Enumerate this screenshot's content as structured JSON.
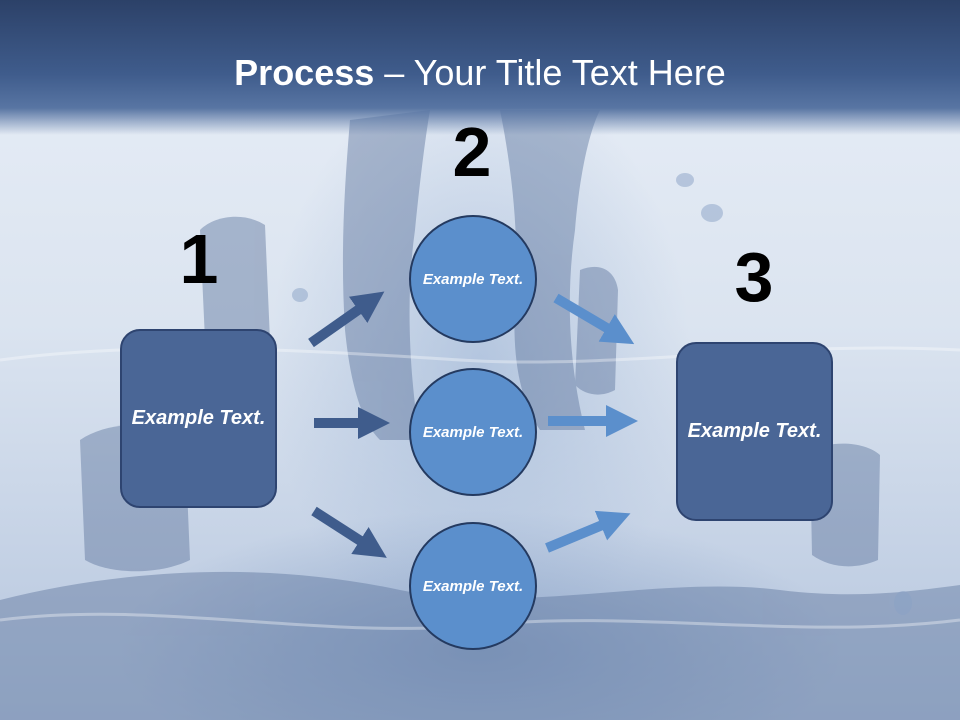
{
  "title": {
    "strong": "Process",
    "rest": " – Your Title Text Here"
  },
  "steps": [
    {
      "number": "1",
      "text": "Example Text."
    },
    {
      "number": "2",
      "items": [
        "Example Text.",
        "Example Text.",
        "Example Text."
      ]
    },
    {
      "number": "3",
      "text": "Example Text."
    }
  ],
  "colors": {
    "box_fill": "#4a6696",
    "circle_fill": "#5b8fcc",
    "arrow_dark": "#3f5c8c",
    "arrow_light": "#5b8fcc",
    "header": "#2c4168"
  }
}
